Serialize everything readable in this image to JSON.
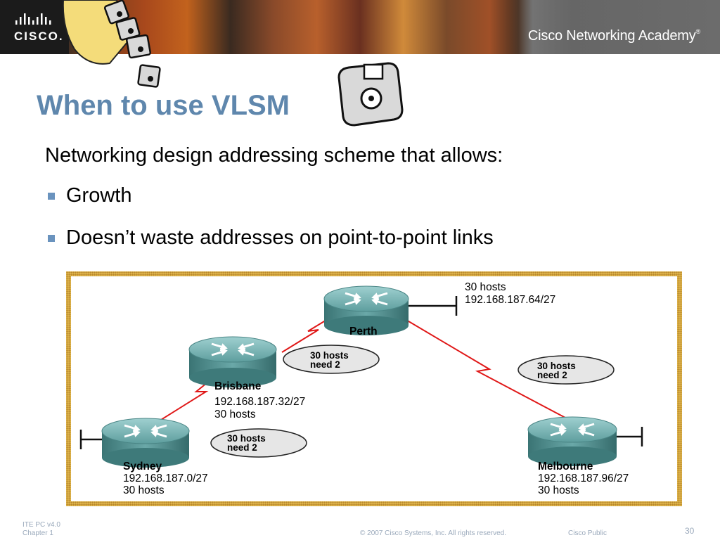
{
  "banner": {
    "logo_text": "CISCO.",
    "academy_text": "Cisco Networking Academy",
    "academy_mark": "®"
  },
  "slide": {
    "title": "When to use VLSM",
    "intro": "Networking design addressing scheme that allows:",
    "bullets": [
      "Growth",
      "Doesn’t waste addresses on point-to-point links"
    ]
  },
  "diagram": {
    "routers": {
      "perth": {
        "name": "Perth"
      },
      "brisbane": {
        "name": "Brisbane",
        "network": "192.168.187.32/27",
        "hosts": "30 hosts"
      },
      "sydney": {
        "name": "Sydney",
        "network": "192.168.187.0/27",
        "hosts": "30 hosts"
      },
      "melbourne": {
        "name": "Melbourne",
        "network": "192.168.187.96/27",
        "hosts": "30 hosts"
      }
    },
    "perth_lan": {
      "hosts": "30 hosts",
      "network": "192.168.187.64/27"
    },
    "link_notes": [
      {
        "line1": "30 hosts",
        "line2": "need 2"
      },
      {
        "line1": "30 hosts",
        "line2": "need 2"
      },
      {
        "line1": "30 hosts",
        "line2": "need 2"
      }
    ]
  },
  "footer": {
    "course": "ITE PC v4.0",
    "chapter": "Chapter 1",
    "copyright": "© 2007 Cisco Systems, Inc. All rights reserved.",
    "classification": "Cisco Public",
    "page_number": "30"
  },
  "colors": {
    "title": "#5f87ad",
    "bullet": "#6a93be",
    "router": "#4e8c8c",
    "wan_link": "#e01818",
    "frame": "#dcb24a"
  }
}
